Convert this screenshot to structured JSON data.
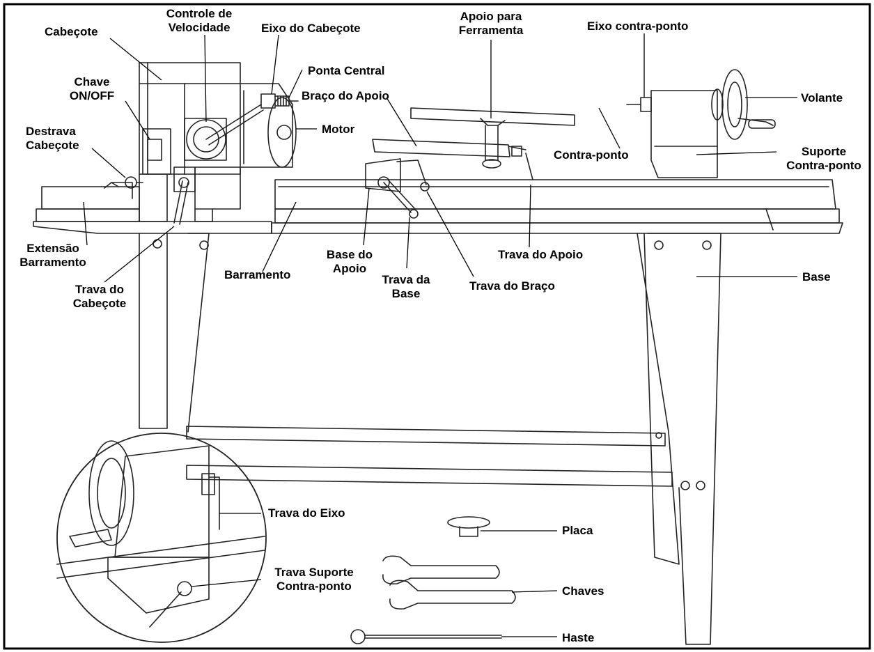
{
  "labels": {
    "cabecote": "Cabeçote",
    "controle_velocidade": "Controle de\nVelocidade",
    "eixo_cabecote": "Eixo do Cabeçote",
    "apoio_ferramenta": "Apoio para\nFerramenta",
    "eixo_contra_ponto": "Eixo contra-ponto",
    "chave_on_off": "Chave\nON/OFF",
    "ponta_central": "Ponta Central",
    "braco_apoio": "Braço do Apoio",
    "volante": "Volante",
    "destrava_cabecote": "Destrava\nCabeçote",
    "motor": "Motor",
    "contra_ponto": "Contra-ponto",
    "suporte_contra_ponto": "Suporte\nContra-ponto",
    "extensao_barramento": "Extensão\nBarramento",
    "base_apoio": "Base do\nApoio",
    "trava_apoio": "Trava do Apoio",
    "trava_cabecote": "Trava do\nCabeçote",
    "barramento": "Barramento",
    "trava_base": "Trava da\nBase",
    "trava_braco": "Trava do Braço",
    "base": "Base",
    "trava_eixo": "Trava do Eixo",
    "placa": "Placa",
    "trava_suporte_contra_ponto": "Trava Suporte\nContra-ponto",
    "chaves": "Chaves",
    "haste": "Haste"
  }
}
